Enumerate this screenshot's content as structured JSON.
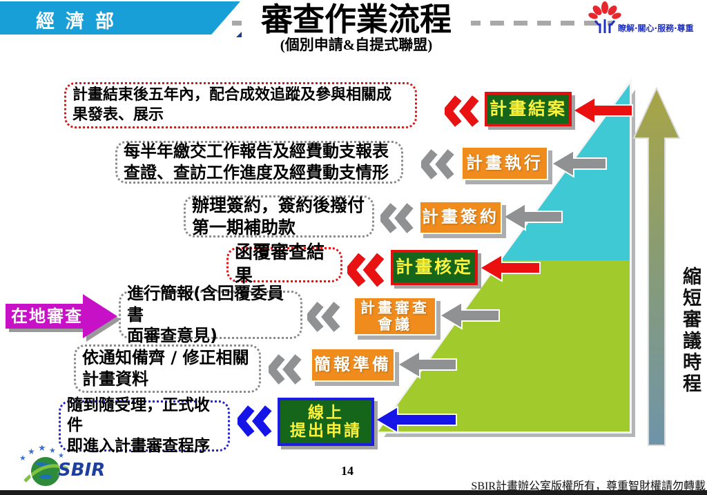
{
  "header": {
    "ministry": "經濟部",
    "title": "審查作業流程",
    "subtitle": "(個別申請&自提式聯盟)",
    "motto": "瞭解·關心·服務·尊重"
  },
  "side_arrow_label": "在地審查",
  "axis_label": "縮短審議時程",
  "rows": [
    {
      "note_line1": "計畫結束後五年內，配合成效追蹤及參與相關成",
      "note_line2": "果發表、展示",
      "stage": "計畫結案"
    },
    {
      "note_line1": "每半年繳交工作報告及經費動支報表",
      "note_line2": "查證、查訪工作進度及經費動支情形",
      "stage": "計畫執行"
    },
    {
      "note_line1": "辦理簽約，簽約後撥付",
      "note_line2": "第一期補助款",
      "stage": "計畫簽約"
    },
    {
      "note_line1": "函覆審查結果",
      "stage": "計畫核定"
    },
    {
      "note_line1": "進行簡報(含回覆委員書",
      "note_line2": "面審查意見)",
      "stage_line1": "計畫審查",
      "stage_line2": "會議"
    },
    {
      "note_line1": "依通知備齊 / 修正相關",
      "note_line2": "計畫資料",
      "stage": "簡報準備"
    },
    {
      "note_line1": "隨到隨受理，正式收件",
      "note_line2": "即進入計畫審查程序",
      "stage_line1": "線上",
      "stage_line2": "提出申請"
    }
  ],
  "footer": {
    "page_number": "14",
    "copyright": "SBIR計畫辦公室版權所有，尊重智財權請勿轉載",
    "logo_text": "SBIR"
  },
  "colors": {
    "banner_blue": "#189FD8",
    "orange_stage": "#F08C1E",
    "dark_green_stage": "#15651B",
    "stage_text_yellow": "#FBF23C",
    "red_accent": "#E81212",
    "blue_accent": "#1515E8",
    "magenta_arrow": "#C711C7",
    "triangle_teal": "#3EC9D4",
    "triangle_green": "#A1CB2D",
    "axis_arrow_olive": "#A8A545",
    "axis_arrow_steel": "#6F94A9",
    "gray_arrow": "#8F9193"
  },
  "icons": {
    "moea_emblem": "moea-logo-icon",
    "plum_blossom": "plum-blossom-logo-icon",
    "sbir_globe": "sbir-globe-icon",
    "double_chevron": "double-chevron-left-icon",
    "up_arrow": "up-arrow-icon"
  }
}
